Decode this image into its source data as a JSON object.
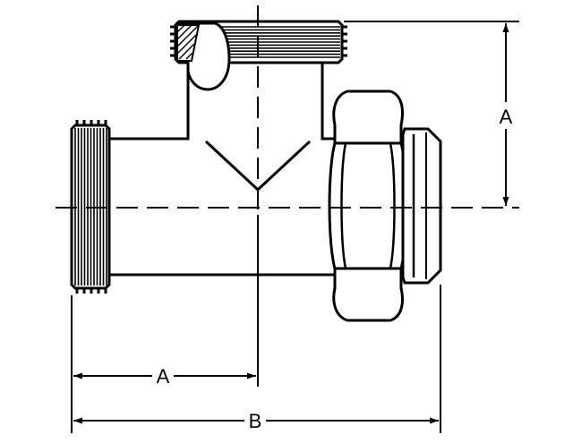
{
  "diagram": {
    "dimension_labels": {
      "a_vertical": "A",
      "a_horizontal": "A",
      "b_horizontal": "B"
    },
    "colors": {
      "stroke": "#000000",
      "background": "#ffffff"
    }
  }
}
